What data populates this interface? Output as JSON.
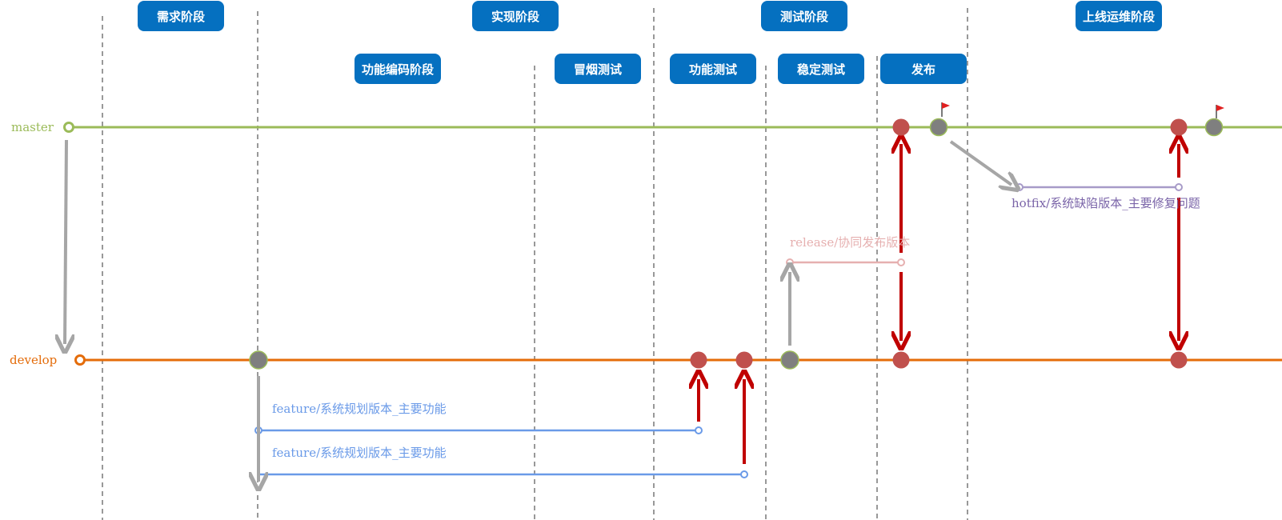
{
  "phases": {
    "requirements": "需求阶段",
    "implementation": "实现阶段",
    "testing": "测试阶段",
    "operations": "上线运维阶段"
  },
  "subphases": {
    "coding": "功能编码阶段",
    "smoke": "冒烟测试",
    "functional": "功能测试",
    "stability": "稳定测试",
    "release": "发布"
  },
  "branches": {
    "master": "master",
    "develop": "develop",
    "feature1": "feature/系统规划版本_主要功能",
    "feature2": "feature/系统规划版本_主要功能",
    "release": "release/协同发布版本",
    "hotfix": "hotfix/系统缺陷版本_主要修复问题"
  },
  "colors": {
    "master": "#9bbb59",
    "develop": "#e46c0a",
    "feature": "#6a9ae8",
    "release": "#e6b0b0",
    "hotfix": "#a79bc8",
    "merge": "#c0504d",
    "commit": "#7f7f7f",
    "arrow_merge": "#c00000",
    "arrow_branch": "#a6a6a6",
    "pill": "#0570c0"
  }
}
